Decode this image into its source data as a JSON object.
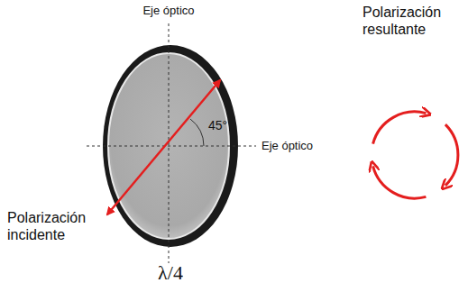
{
  "diagram": {
    "labels": [
      "Eje óptico",
      "Eje óptico",
      "45°",
      "Polarización incidente",
      "λ/4",
      "Polarización resultante"
    ]
  }
}
